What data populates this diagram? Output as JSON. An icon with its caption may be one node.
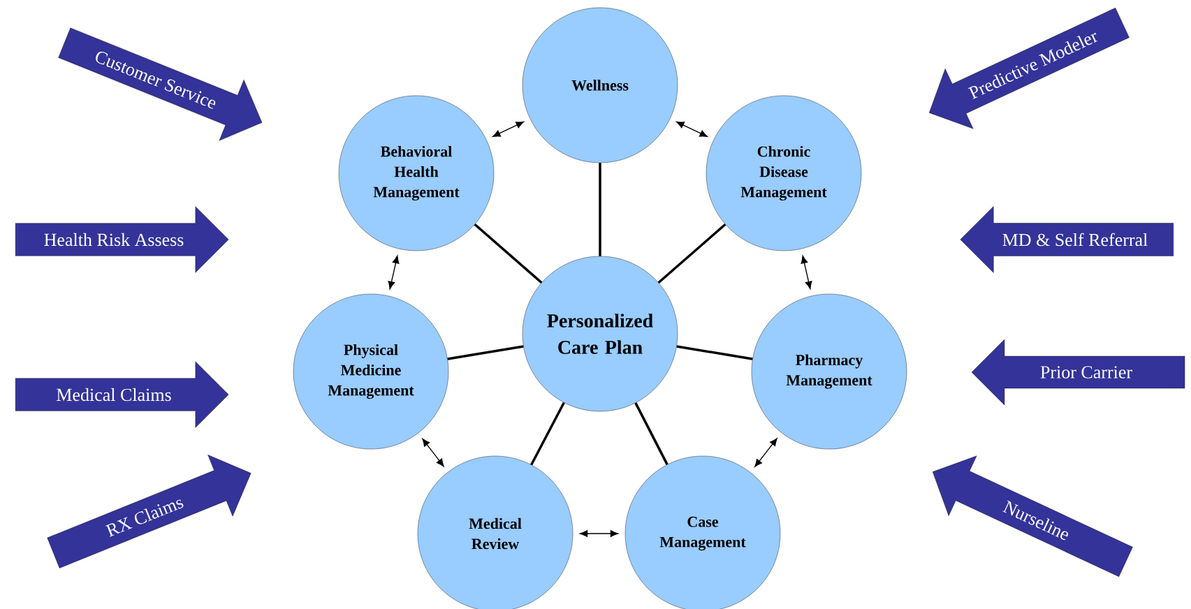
{
  "diagram": {
    "nodes": [
      {
        "text": [
          "Customer Service"
        ]
      },
      {
        "text": [
          "Wellness"
        ]
      },
      {
        "text": [
          "Predictive Modeler"
        ]
      },
      {
        "text": [
          "Behavioral Health Management"
        ]
      },
      {
        "text": [
          "Chronic Disease Management"
        ]
      },
      {
        "text": [
          "Health Risk Assess"
        ]
      },
      {
        "text": [
          "MD & Self Referral"
        ]
      },
      {
        "text": [
          "Personalized Care Plan"
        ]
      },
      {
        "text": [
          "Physical Medicine Management"
        ]
      },
      {
        "text": [
          "Pharmacy Management"
        ]
      },
      {
        "text": [
          "Medical Claims"
        ]
      },
      {
        "text": [
          "Prior Carrier"
        ]
      },
      {
        "text": [
          "RX Claims"
        ]
      },
      {
        "text": [
          "Medical Review"
        ]
      },
      {
        "text": [
          "Case Management"
        ]
      },
      {
        "text": [
          "Nurseline"
        ]
      }
    ],
    "edges": [
      {
        "from": 7,
        "to": 1,
        "arrow": "none"
      },
      {
        "from": 7,
        "to": 4,
        "arrow": "none"
      },
      {
        "from": 7,
        "to": 9,
        "arrow": "none"
      },
      {
        "from": 7,
        "to": 14,
        "arrow": "none"
      },
      {
        "from": 7,
        "to": 13,
        "arrow": "none"
      },
      {
        "from": 7,
        "to": 8,
        "arrow": "none"
      },
      {
        "from": 7,
        "to": 3,
        "arrow": "none"
      },
      {
        "from": 3,
        "to": 1,
        "arrow": "both"
      },
      {
        "from": 1,
        "to": 4,
        "arrow": "both"
      },
      {
        "from": 4,
        "to": 9,
        "arrow": "both"
      },
      {
        "from": 9,
        "to": 14,
        "arrow": "both"
      },
      {
        "from": 14,
        "to": 13,
        "arrow": "both"
      },
      {
        "from": 13,
        "to": 8,
        "arrow": "both"
      },
      {
        "from": 8,
        "to": 3,
        "arrow": "both"
      }
    ]
  }
}
